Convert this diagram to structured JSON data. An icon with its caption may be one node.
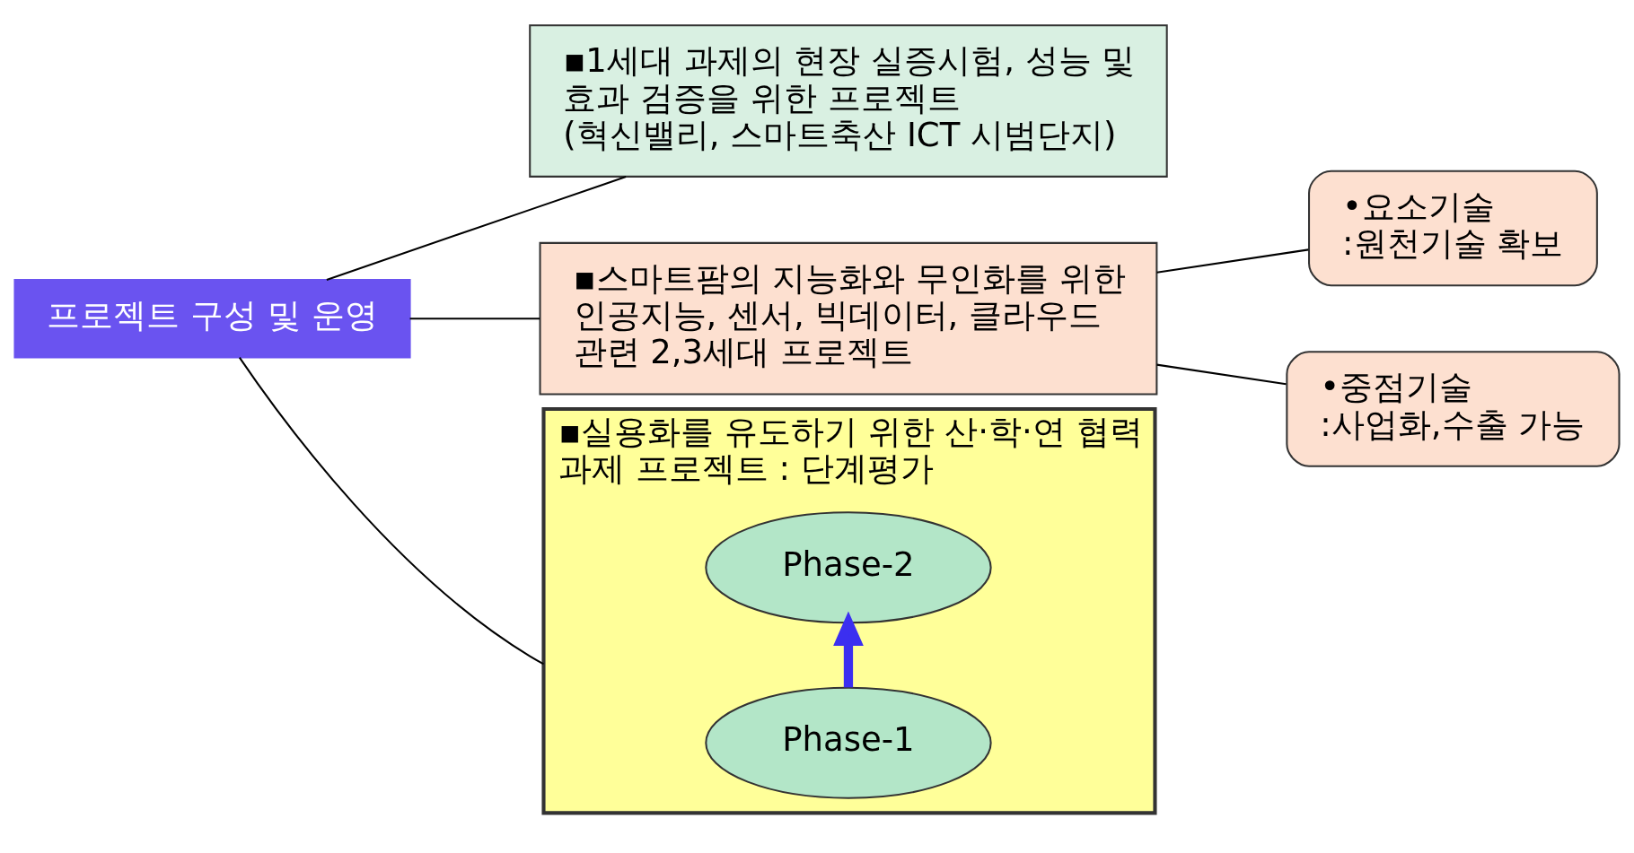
{
  "diagram": {
    "nodes": [
      {
        "text": [
          "프로젝트 구성 및 운영"
        ]
      },
      {
        "text": [
          "▪1세대 과제의 현장 실증시험, 성능 및 효과 검증을 위한 프로젝트",
          "(혁신밸리, 스마트축산 ICT 시범단지)"
        ]
      },
      {
        "text": [
          "▪스마트팜의 지능화와 무인화를 위한 인공지능, 센서, 빅데이터, 클라우드 관련 2,3세대 프로젝트"
        ]
      },
      {
        "text": [
          "▪실용화를 유도하기 위한 산·학·연 협력 과제 프로젝트 : 단계평가"
        ]
      },
      {
        "text": [
          "Phase-1"
        ],
        "in": 3
      },
      {
        "text": [
          "Phase-2"
        ],
        "in": 3
      },
      {
        "text": [
          "•요소기술",
          ":원천기술 확보"
        ]
      },
      {
        "text": [
          "•중점기술",
          ":사업화,수출 가능"
        ]
      }
    ],
    "edges": [
      {
        "from": 0,
        "to": 1,
        "arrow": "none"
      },
      {
        "from": 0,
        "to": 2,
        "arrow": "none"
      },
      {
        "from": 0,
        "to": 3,
        "arrow": "none"
      },
      {
        "from": 2,
        "to": 6,
        "arrow": "none"
      },
      {
        "from": 2,
        "to": 7,
        "arrow": "none"
      },
      {
        "from": 4,
        "to": 5,
        "arrow": "to",
        "style": "thick",
        "color": "#3b2ff0"
      }
    ]
  }
}
